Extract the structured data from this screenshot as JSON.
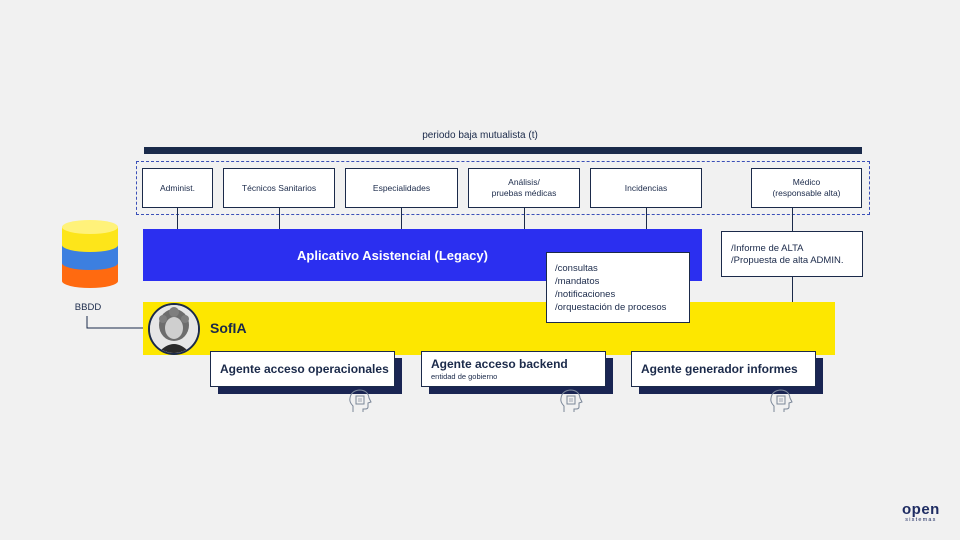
{
  "period": {
    "label": "periodo baja mutualista (t)"
  },
  "roles": [
    {
      "id": "administ",
      "label": "Administ."
    },
    {
      "id": "tecnicos",
      "label": "Técnicos Sanitarios"
    },
    {
      "id": "especialidades",
      "label": "Especialidades"
    },
    {
      "id": "analisis",
      "label": "Análisis/\npruebas médicas"
    },
    {
      "id": "incidencias",
      "label": "Incidencias"
    },
    {
      "id": "medico",
      "label": "Médico\n(responsable alta)"
    }
  ],
  "app": {
    "label": "Aplicativo Asistencial (Legacy)"
  },
  "informe": {
    "lines": [
      "/Informe de ALTA",
      "/Propuesta de alta ADMIN."
    ]
  },
  "operations": {
    "lines": [
      "/consultas",
      "/mandatos",
      "/notificaciones",
      "/orquestación de procesos"
    ]
  },
  "database": {
    "label": "BBDD",
    "layer_colors": [
      "#fde51a",
      "#3c7fe0",
      "#ff6a10"
    ]
  },
  "sofia": {
    "label": "SofIA"
  },
  "agents": [
    {
      "title": "Agente acceso operacionales",
      "subtitle": ""
    },
    {
      "title": "Agente acceso backend",
      "subtitle": "entidad de gobierno"
    },
    {
      "title": "Agente generador informes",
      "subtitle": ""
    }
  ],
  "logo": {
    "main": "open",
    "sub": "sistemas"
  },
  "colors": {
    "navy": "#1b2a4a",
    "app_blue": "#2b2ff0",
    "sofia_yellow": "#fde700",
    "background": "#f1f1f1"
  }
}
